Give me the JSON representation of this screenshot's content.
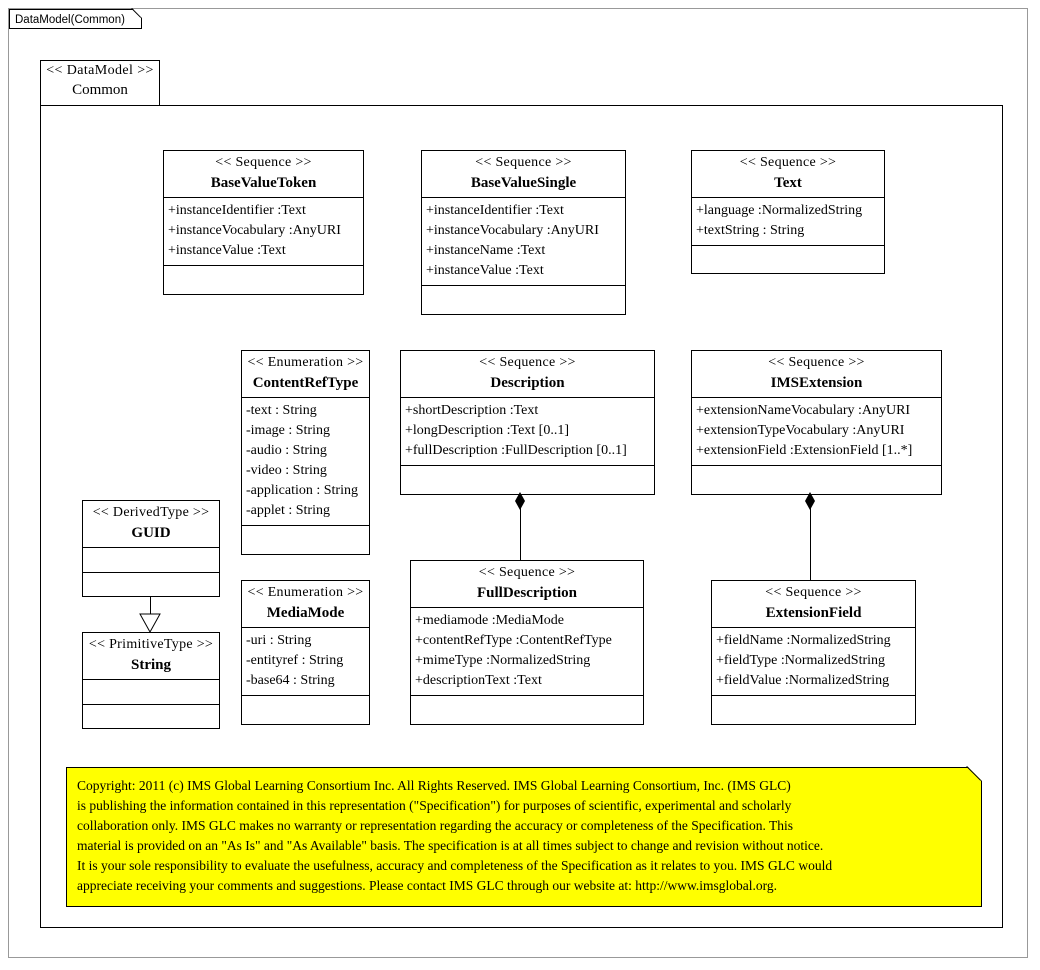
{
  "diagram": {
    "frame_label": "DataModel(Common)",
    "package": {
      "stereotype": "<< DataModel >>",
      "name": "Common"
    }
  },
  "classes": [
    {
      "id": "BaseValueToken",
      "stereotype": "<< Sequence >>",
      "name": "BaseValueToken",
      "attributes": [
        "+instanceIdentifier  :Text",
        "+instanceVocabulary  :AnyURI",
        "+instanceValue  :Text"
      ]
    },
    {
      "id": "BaseValueSingle",
      "stereotype": "<< Sequence >>",
      "name": "BaseValueSingle",
      "attributes": [
        "+instanceIdentifier  :Text",
        "+instanceVocabulary  :AnyURI",
        "+instanceName :Text",
        "+instanceValue :Text"
      ]
    },
    {
      "id": "Text",
      "stereotype": "<< Sequence >>",
      "name": "Text",
      "attributes": [
        "+language :NormalizedString",
        "+textString : String"
      ]
    },
    {
      "id": "ContentRefType",
      "stereotype": "<< Enumeration  >>",
      "name": "ContentRefType",
      "attributes": [
        "-text : String",
        "-image : String",
        "-audio : String",
        "-video : String",
        "-application  : String",
        "-applet : String"
      ]
    },
    {
      "id": "Description",
      "stereotype": "<< Sequence >>",
      "name": "Description",
      "attributes": [
        "+shortDescription  :Text",
        "+longDescription  :Text [0..1]",
        "+fullDescription  :FullDescription  [0..1]"
      ]
    },
    {
      "id": "IMSExtension",
      "stereotype": "<< Sequence >>",
      "name": "IMSExtension",
      "attributes": [
        "+extensionNameVocabulary  :AnyURI",
        "+extensionTypeVocabulary  :AnyURI",
        "+extensionField  :ExtensionField  [1..*]"
      ]
    },
    {
      "id": "GUID",
      "stereotype": "<< DerivedType  >>",
      "name": "GUID",
      "attributes": []
    },
    {
      "id": "String",
      "stereotype": "<< PrimitiveType   >>",
      "name": "String",
      "attributes": []
    },
    {
      "id": "MediaMode",
      "stereotype": "<< Enumeration  >>",
      "name": "MediaMode",
      "attributes": [
        "-uri : String",
        "-entityref  : String",
        "-base64 : String"
      ]
    },
    {
      "id": "FullDescription",
      "stereotype": "<< Sequence >>",
      "name": "FullDescription",
      "attributes": [
        "+mediamode :MediaMode",
        "+contentRefType  :ContentRefType",
        "+mimeType  :NormalizedString",
        "+descriptionText  :Text"
      ]
    },
    {
      "id": "ExtensionField",
      "stereotype": "<< Sequence >>",
      "name": "ExtensionField",
      "attributes": [
        "+fieldName :NormalizedString",
        "+fieldType :NormalizedString",
        "+fieldValue  :NormalizedString"
      ]
    }
  ],
  "relationships": [
    {
      "id": "desc-fulldesc",
      "type": "composition",
      "from": "Description",
      "to": "FullDescription"
    },
    {
      "id": "ims-extfield",
      "type": "composition",
      "from": "IMSExtension",
      "to": "ExtensionField"
    },
    {
      "id": "guid-string",
      "type": "generalization",
      "from": "GUID",
      "to": "String"
    }
  ],
  "note": {
    "background_color": "#ffff00",
    "lines": [
      "Copyright: 2011 (c) IMS Global Learning Consortium Inc.  All Rights Reserved.  IMS Global Learning Consortium, Inc. (IMS GLC)",
      "is publishing the information contained in this representation (\"Specification\") for purposes of scientific, experimental and scholarly",
      "collaboration only.  IMS GLC makes no warranty or representation regarding the accuracy or completeness of the Specification.  This",
      "material is provided on an \"As Is\" and \"As Available\" basis.  The specification is at all times subject to change and revision without notice.",
      "It is your sole responsibility to evaluate the usefulness, accuracy and completeness of the Specification as it relates to you.  IMS GLC would",
      "appreciate receiving your comments and suggestions.  Please contact IMS GLC through our website at: http://www.imsglobal.org."
    ]
  }
}
